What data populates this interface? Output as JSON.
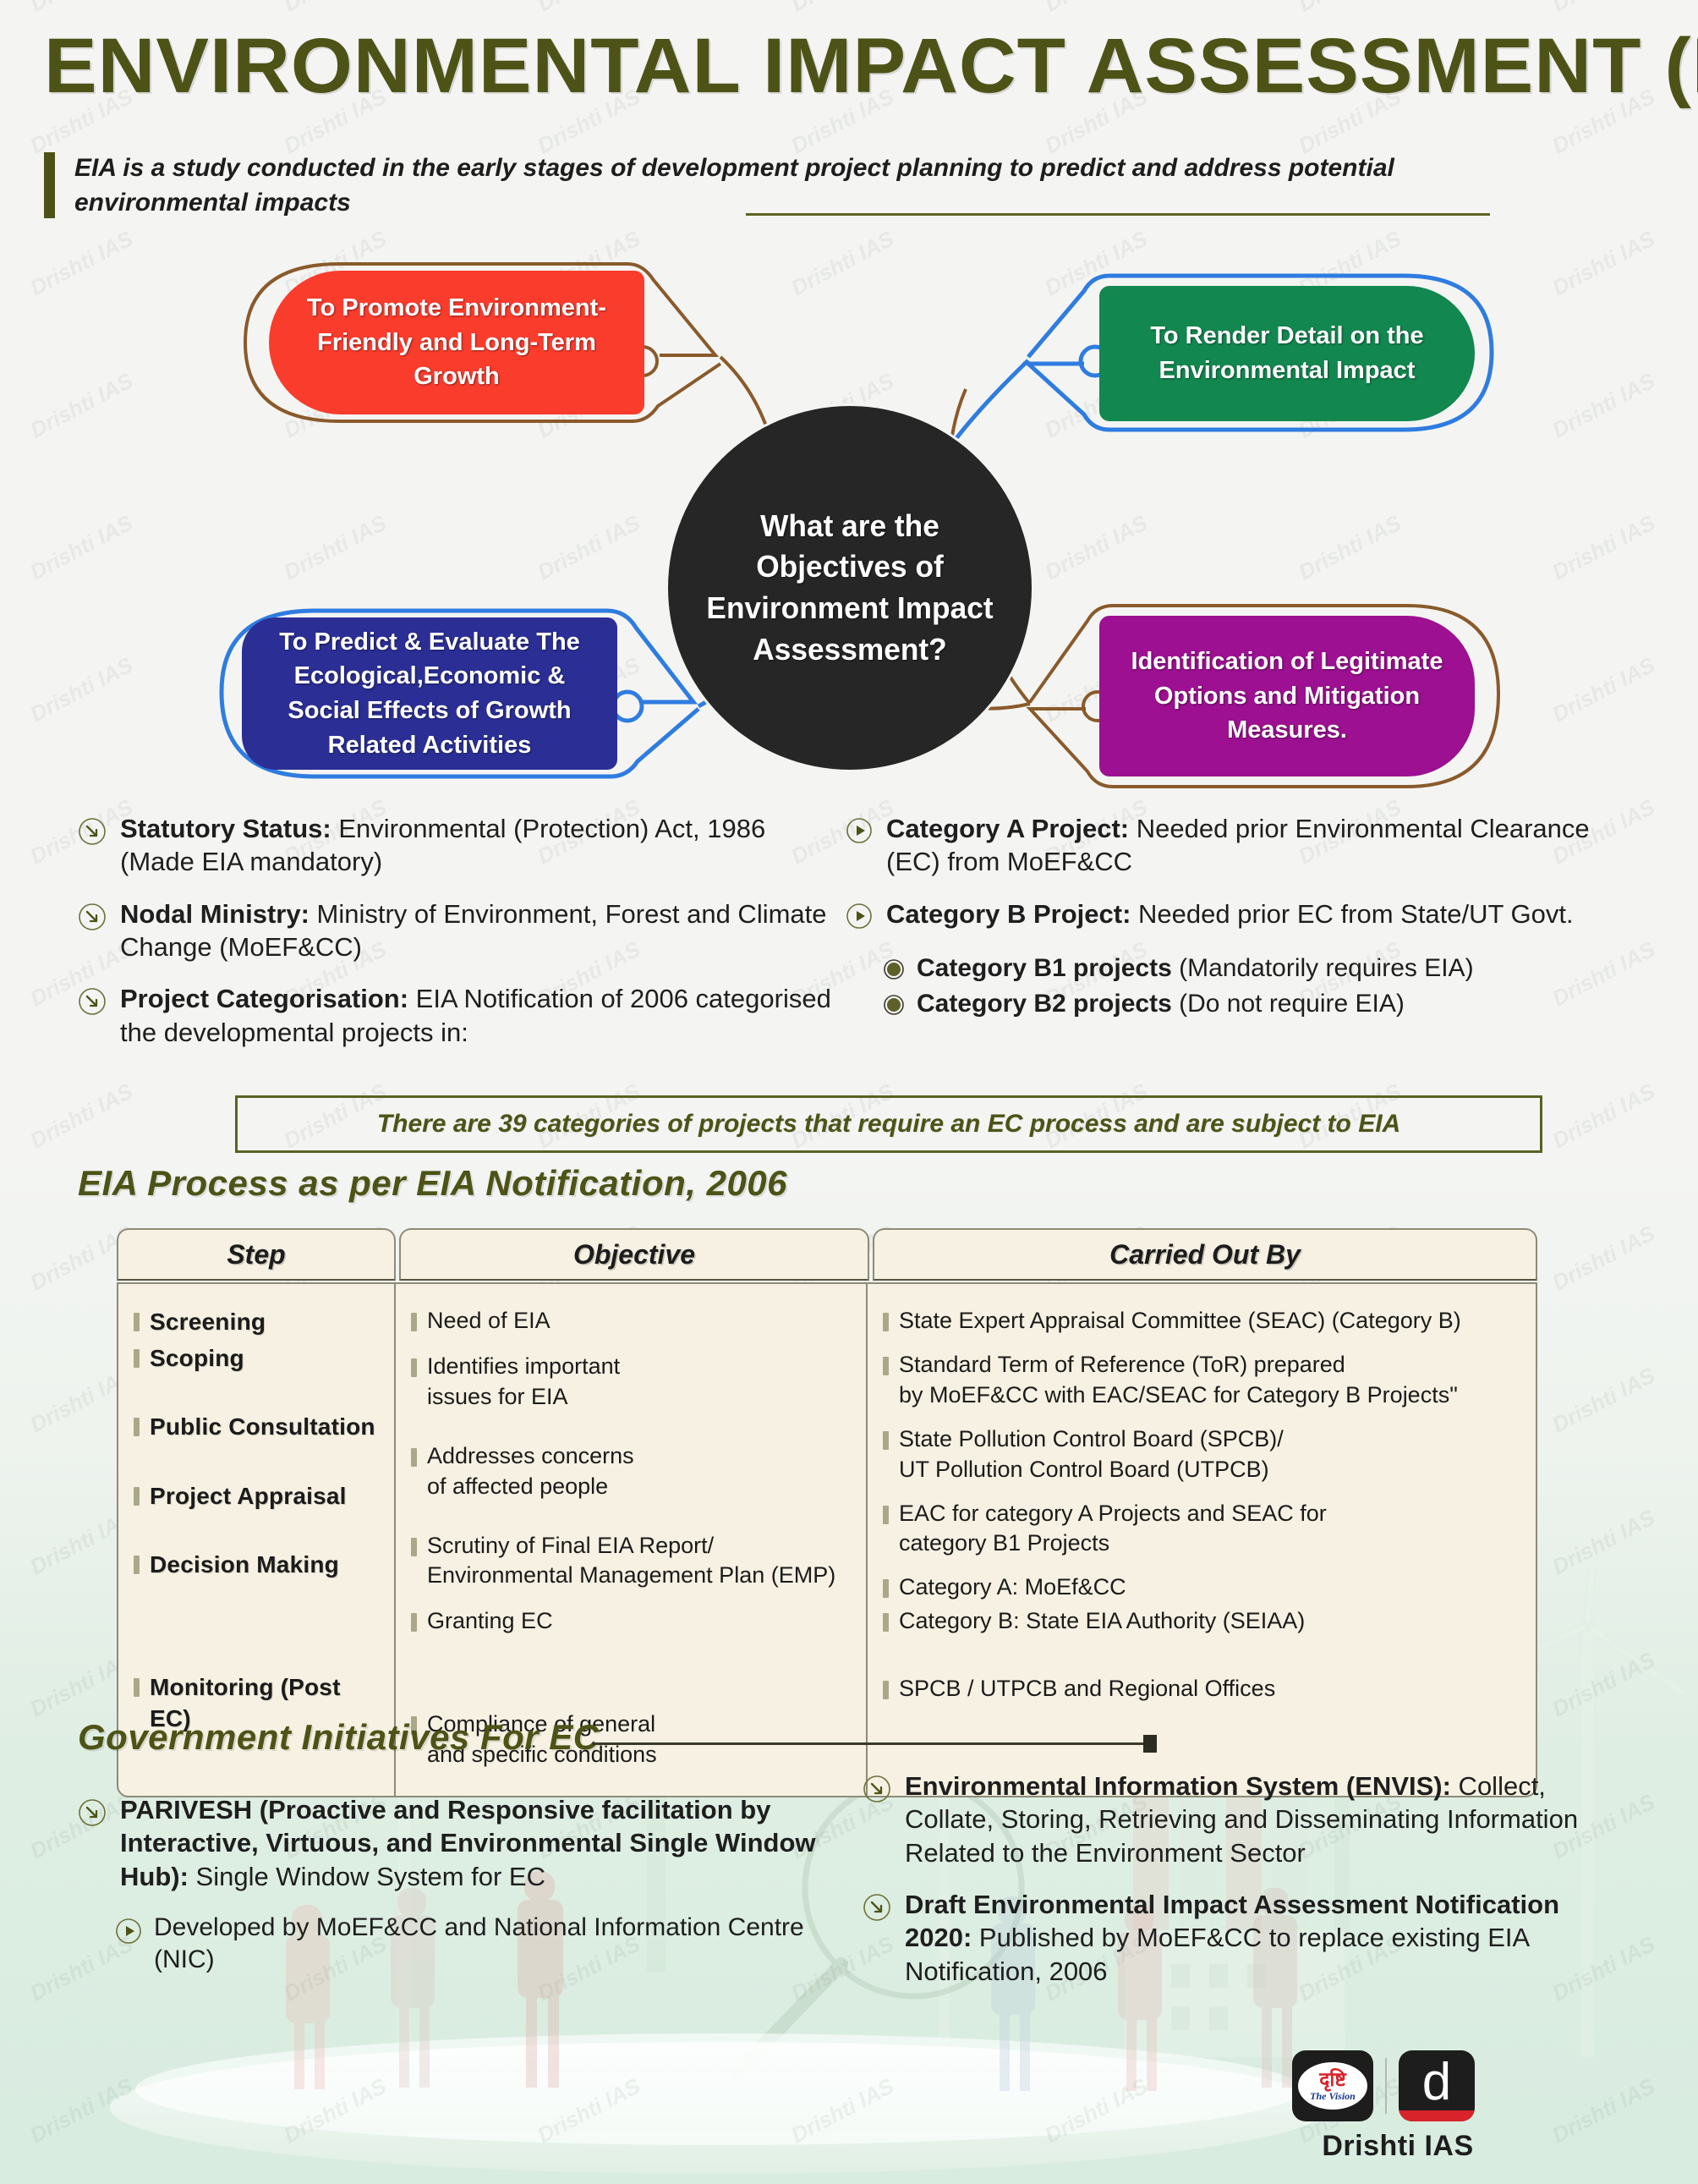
{
  "header": {
    "title": "ENVIRONMENTAL IMPACT ASSESSMENT (EIA)",
    "subtitle": "EIA is a study conducted in the early stages of development project planning to predict and address potential environmental impacts"
  },
  "diagram": {
    "center": "What are the Objectives of Environment Impact Assessment?",
    "nodes": [
      {
        "id": "top-left",
        "label": "To Promote Environment-Friendly and Long-Term Growth",
        "color": "#fa3c2d"
      },
      {
        "id": "top-right",
        "label": "To Render Detail on the Environmental Impact",
        "color": "#12874f"
      },
      {
        "id": "bottom-left",
        "label": "To Predict & Evaluate The Ecological,Economic & Social Effects of Growth Related Activities",
        "color": "#2b2f95"
      },
      {
        "id": "bottom-right",
        "label": "Identification of Legitimate Options and Mitigation Measures.",
        "color": "#9c1091"
      }
    ]
  },
  "facts_left": [
    {
      "icon": "arrow-circle-icon",
      "bold": "Statutory Status:",
      "rest": " Environmental (Protection) Act, 1986 (Made EIA mandatory)"
    },
    {
      "icon": "arrow-circle-icon",
      "bold": "Nodal Ministry:",
      "rest": " Ministry of Environment, Forest and Climate Change (MoEF&CC)"
    },
    {
      "icon": "arrow-circle-icon",
      "bold": "Project Categorisation:",
      "rest": " EIA Notification of 2006 categorised the developmental projects in:"
    }
  ],
  "facts_right": [
    {
      "icon": "play-circle-icon",
      "bold": "Category A Project:",
      "rest": " Needed prior Environmental Clearance (EC) from MoEF&CC",
      "sub": []
    },
    {
      "icon": "play-circle-icon",
      "bold": "Category B Project:",
      "rest": " Needed prior EC from State/UT Govt.",
      "sub": [
        {
          "icon": "dot-circle-icon",
          "bold": "Category B1 projects",
          "rest": " (Mandatorily requires EIA)"
        },
        {
          "icon": "dot-circle-icon",
          "bold": "Category B2 projects",
          "rest": " (Do not require EIA)"
        }
      ]
    }
  ],
  "callout": "There are 39 categories of projects that require an EC process and are subject to EIA",
  "table": {
    "heading": "EIA Process as per EIA Notification, 2006",
    "columns": [
      "Step",
      "Objective",
      "Carried Out By"
    ],
    "steps": [
      "Screening",
      "Scoping",
      "Public Consultation",
      "Project Appraisal",
      "Decision Making",
      "Monitoring (Post EC)"
    ],
    "objectives": [
      {
        "line1": "Need of EIA",
        "line2": ""
      },
      {
        "line1": "Identifies important",
        "line2": "issues for EIA"
      },
      {
        "line1": "Addresses concerns",
        "line2": "of affected people"
      },
      {
        "line1": "Scrutiny of Final EIA Report/",
        "line2": "Environmental Management Plan (EMP)"
      },
      {
        "line1": "Granting EC",
        "line2": ""
      },
      {
        "line1": "Compliance of  general",
        "line2": "and specific conditions"
      }
    ],
    "carried_out_by": [
      {
        "line1": "State Expert Appraisal Committee (SEAC) (Category B)",
        "line2": ""
      },
      {
        "line1": "Standard Term of Reference (ToR) prepared",
        "line2": "by MoEF&CC with EAC/SEAC for Category B Projects\""
      },
      {
        "line1": "State Pollution Control Board (SPCB)/",
        "line2": "UT Pollution Control Board (UTPCB)"
      },
      {
        "line1": "EAC for category A Projects and SEAC for",
        "line2": "category B1 Projects"
      },
      {
        "line1": "Category A: MoEf&CC",
        "line2": ""
      },
      {
        "line1": "Category B: State EIA Authority (SEIAA)",
        "line2": ""
      },
      {
        "line1": "SPCB / UTPCB and Regional Offices",
        "line2": ""
      }
    ]
  },
  "initiatives": {
    "heading": "Government Initiatives For EC",
    "left": [
      {
        "icon": "arrow-circle-icon",
        "bold": "PARIVESH (Proactive and Responsive facilitation by Interactive, Virtuous, and Environmental Single Window Hub):",
        "rest": " Single Window System for EC",
        "sub": [
          {
            "icon": "play-circle-icon",
            "bold": "",
            "rest": "Developed by MoEF&CC and National Information Centre (NIC)"
          }
        ]
      }
    ],
    "right": [
      {
        "icon": "arrow-circle-icon",
        "bold": "Environmental Information System (ENVIS):",
        "rest": " Collect, Collate, Storing, Retrieving and Disseminating Information Related to the Environment Sector",
        "sub": []
      },
      {
        "icon": "arrow-circle-icon",
        "bold": "Draft Environmental Impact Assessment Notification 2020:",
        "rest": "  Published by MoEF&CC to replace existing EIA Notification, 2006",
        "sub": []
      }
    ]
  },
  "footer": {
    "logo_hindi": "दृष्टि",
    "logo_tagline": "The Vision",
    "logo_mark": "d",
    "brand": "Drishti IAS"
  },
  "colors": {
    "olive": "#4d5317",
    "cream": "#f6f1e2",
    "dark": "#262626",
    "red": "#fa3c2d",
    "green": "#12874f",
    "blue": "#2b2f95",
    "purple": "#9c1091",
    "accent_blue": "#2f7ce0",
    "accent_brown": "#8a5a2b"
  },
  "watermark": "Drishti IAS"
}
